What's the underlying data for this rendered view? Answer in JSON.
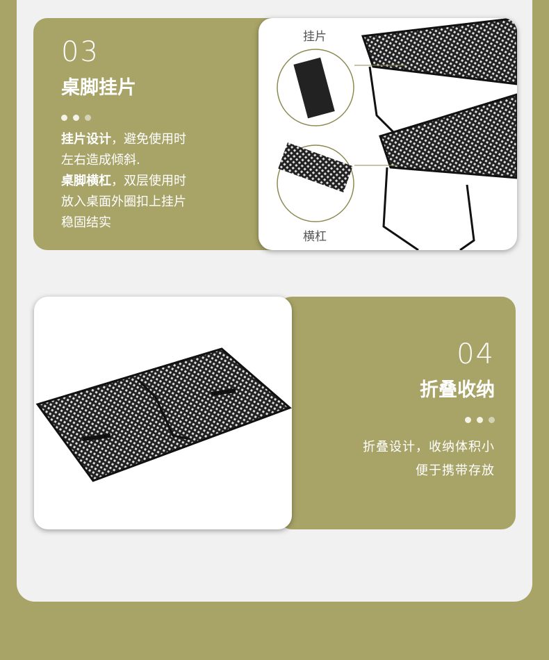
{
  "colors": {
    "accent": "#a8a468",
    "panel": "#f1f1f1"
  },
  "section3": {
    "number": "03",
    "title": "桌脚挂片",
    "lines": [
      {
        "bold": "挂片设计",
        "rest": "，避免使用时"
      },
      {
        "bold": "",
        "rest": "左右造成倾斜."
      },
      {
        "bold": "桌脚横杠",
        "rest": "，双层使用时"
      },
      {
        "bold": "",
        "rest": "放入桌面外圈扣上挂片"
      },
      {
        "bold": "",
        "rest": "稳固结实"
      }
    ],
    "image_labels": {
      "top": "挂片",
      "bottom": "横杠"
    }
  },
  "section4": {
    "number": "04",
    "title": "折叠收纳",
    "lines": [
      "折叠设计，收纳体积小",
      "便于携带存放"
    ]
  }
}
